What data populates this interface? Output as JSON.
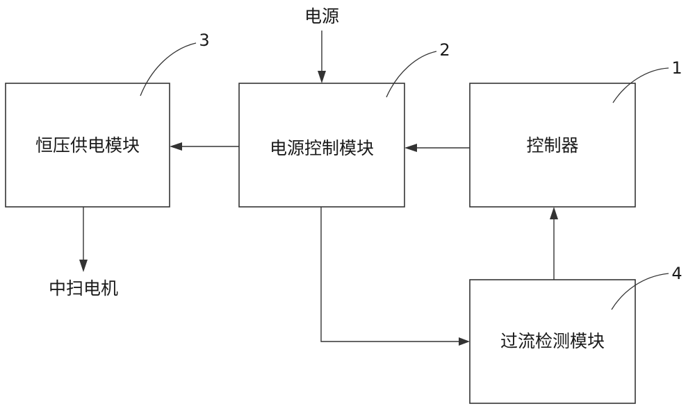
{
  "blocks": {
    "controller": {
      "label": "控制器",
      "ref": "1"
    },
    "power_control": {
      "label": "电源控制模块",
      "ref": "2"
    },
    "constant_voltage": {
      "label": "恒压供电模块",
      "ref": "3"
    },
    "overcurrent_detect": {
      "label": "过流检测模块",
      "ref": "4"
    }
  },
  "external": {
    "power_source": "电源",
    "mid_sweep_motor": "中扫电机"
  }
}
